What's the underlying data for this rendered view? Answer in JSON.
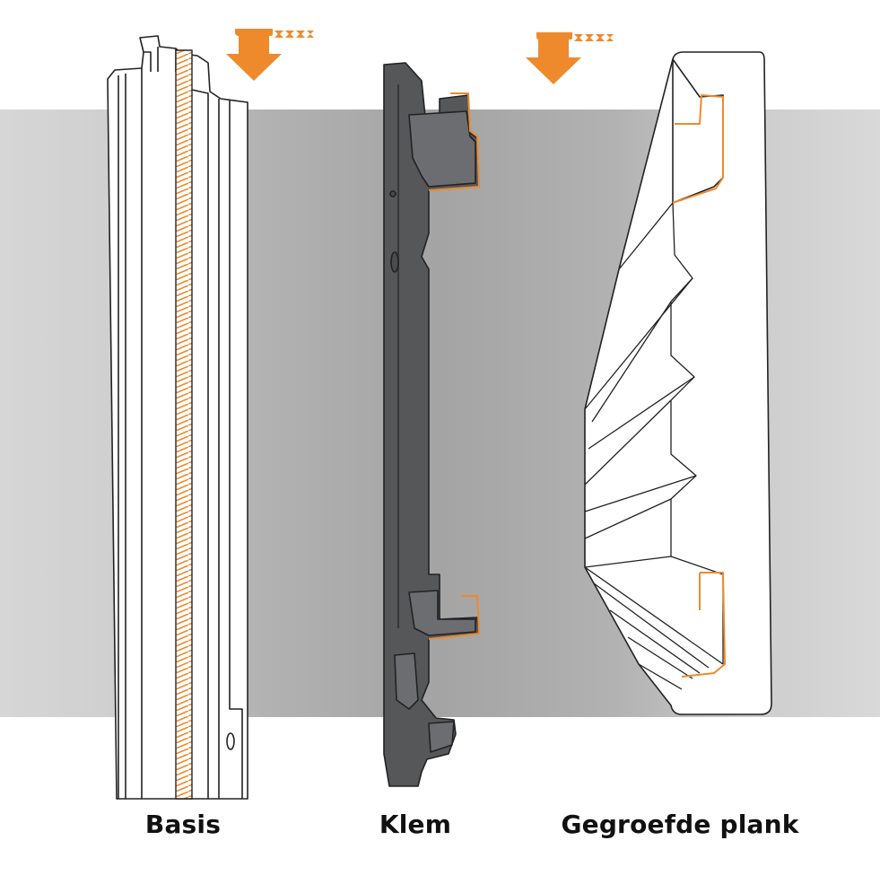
{
  "labels": {
    "base": "Basis",
    "clip": "Klem",
    "plank": "Gegroefde plank"
  },
  "colors": {
    "accent": "#ee8a2c",
    "background_band": "#a9a9a9",
    "clip_fill": "#555759",
    "outline": "#222222",
    "part_fill": "#ffffff"
  },
  "icons": [
    "down-arrow-icon",
    "down-arrow-icon"
  ]
}
